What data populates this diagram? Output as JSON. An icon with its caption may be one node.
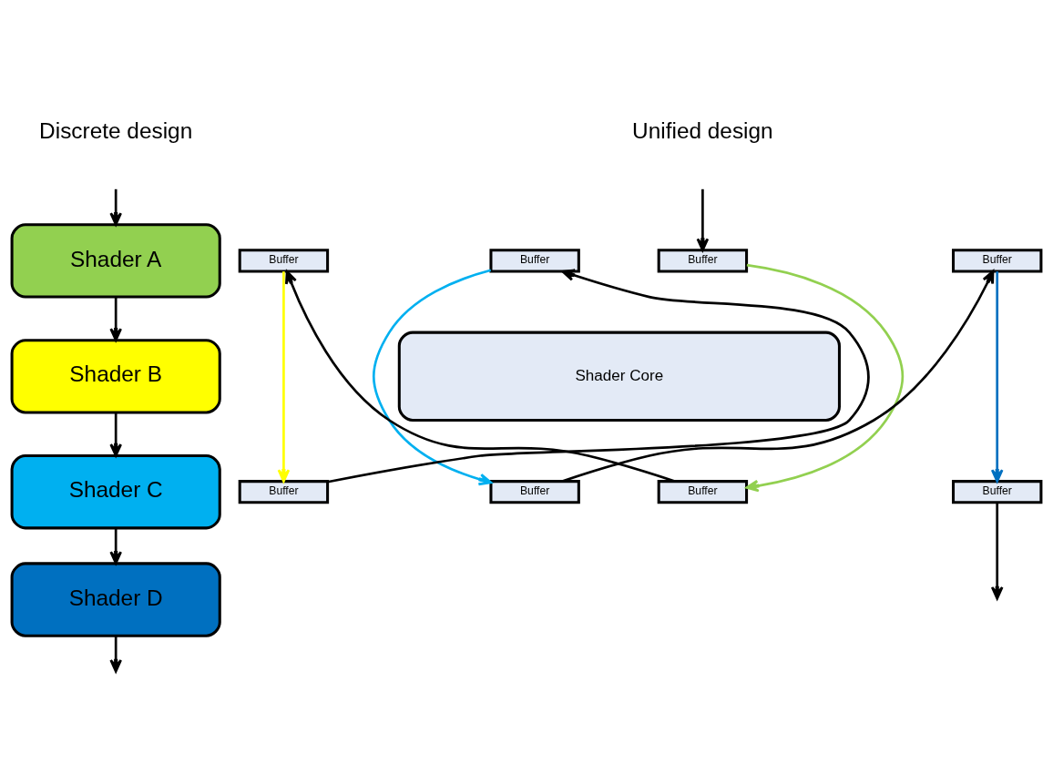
{
  "diagram": {
    "nodes": [
      {
        "text": [
          "Shader A"
        ]
      },
      {
        "text": [
          "Shader B"
        ]
      },
      {
        "text": [
          "Shader C"
        ]
      },
      {
        "text": [
          "Shader D"
        ]
      },
      {
        "text": [
          "Buffer"
        ]
      },
      {
        "text": [
          "Buffer"
        ]
      },
      {
        "text": [
          "Buffer"
        ]
      },
      {
        "text": [
          "Buffer"
        ]
      },
      {
        "text": [
          "Shader Core"
        ]
      },
      {
        "text": [
          "Buffer"
        ]
      },
      {
        "text": [
          "Buffer"
        ]
      },
      {
        "text": [
          "Buffer"
        ]
      },
      {
        "text": [
          "Buffer"
        ]
      }
    ],
    "edges": [
      {
        "from": null,
        "to": 0,
        "arrow": "to"
      },
      {
        "from": 0,
        "to": 1,
        "arrow": "to"
      },
      {
        "from": 1,
        "to": 2,
        "arrow": "to"
      },
      {
        "from": 2,
        "to": 3,
        "arrow": "to"
      },
      {
        "from": 3,
        "to": null,
        "arrow": "to"
      },
      {
        "from": null,
        "to": 4,
        "arrow": "to"
      },
      {
        "from": 4,
        "to": 9,
        "arrow": "to",
        "color": "#92d050"
      },
      {
        "from": 5,
        "to": 10,
        "arrow": "to",
        "color": "#ffff00"
      },
      {
        "from": 6,
        "to": 11,
        "arrow": "to",
        "color": "#00b0f0"
      },
      {
        "from": 7,
        "to": 12,
        "arrow": "to",
        "color": "#0070c0"
      },
      {
        "from": 9,
        "to": 5,
        "arrow": "to"
      },
      {
        "from": 10,
        "to": 6,
        "arrow": "to"
      },
      {
        "from": 11,
        "to": 7,
        "arrow": "to"
      },
      {
        "from": 12,
        "to": null,
        "arrow": "to"
      }
    ],
    "labels": [
      "Discrete design",
      "Unified design"
    ]
  }
}
